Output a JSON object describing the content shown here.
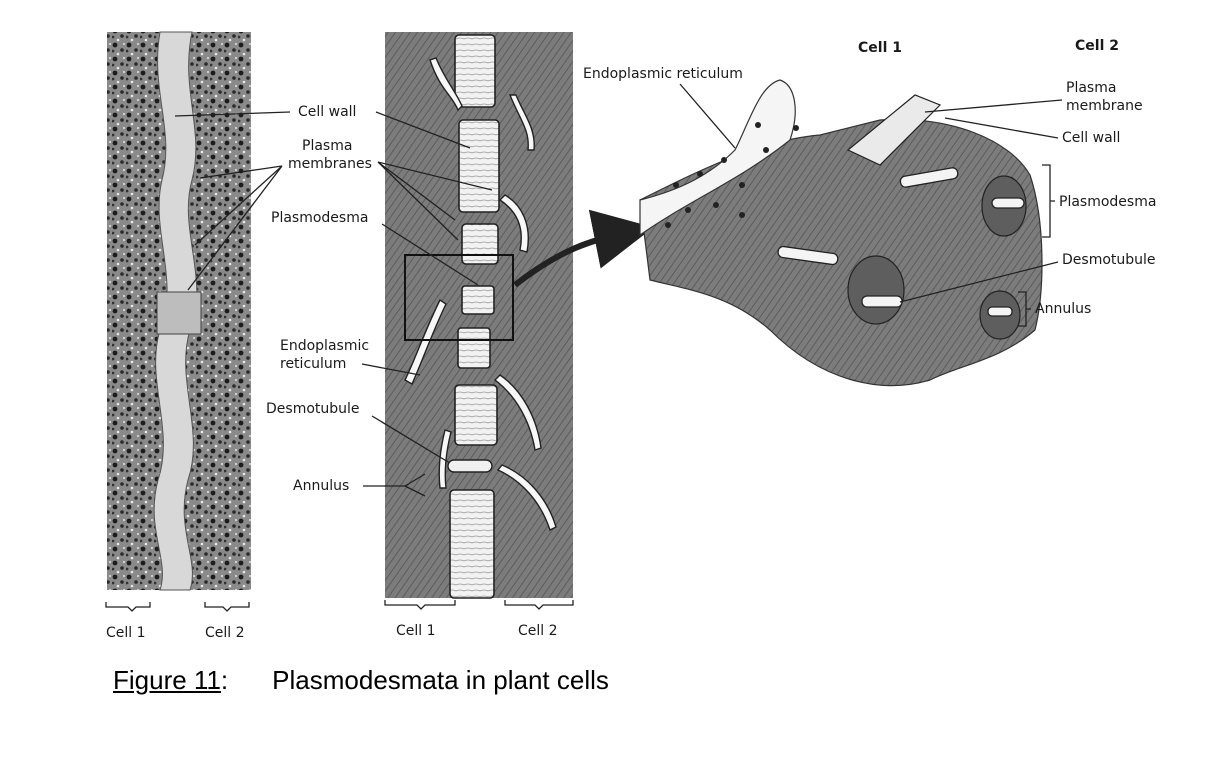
{
  "panel_micrograph": {
    "bottom_labels": [
      "Cell 1",
      "Cell 2"
    ]
  },
  "panel_drawing": {
    "labels": {
      "cell_wall": "Cell wall",
      "plasma_membranes_line1": "Plasma",
      "plasma_membranes_line2": "membranes",
      "plasmodesma": "Plasmodesma",
      "er_line1": "Endoplasmic",
      "er_line2": "reticulum",
      "desmotubule": "Desmotubule",
      "annulus": "Annulus"
    },
    "bottom_labels": [
      "Cell 1",
      "Cell 2"
    ]
  },
  "panel_3d": {
    "headers": [
      "Cell 1",
      "Cell 2"
    ],
    "labels": {
      "er": "Endoplasmic reticulum",
      "plasma_membrane_line1": "Plasma",
      "plasma_membrane_line2": "membrane",
      "cell_wall": "Cell wall",
      "plasmodesma": "Plasmodesma",
      "desmotubule": "Desmotubule",
      "annulus": "Annulus"
    }
  },
  "caption": {
    "figure_ref": "Figure 11",
    "text": "Plasmodesmata in plant cells"
  }
}
